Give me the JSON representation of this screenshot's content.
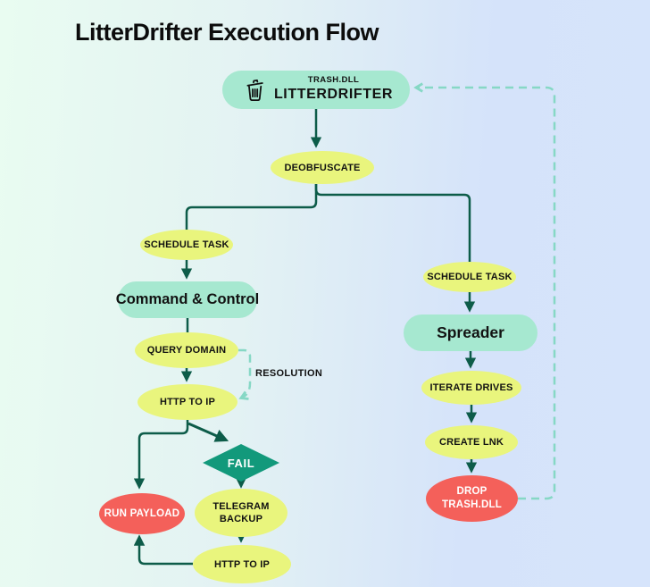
{
  "title": "LitterDrifter Execution Flow",
  "colors": {
    "teal_node": "#a6e8d0",
    "yellow_node": "#e9f57d",
    "red_node": "#f4605a",
    "diamond_green": "#12997b",
    "solid_line": "#0d5c49",
    "dashed_line": "#86d8c5",
    "background_left": "#e9fcf1",
    "background_right": "#d6e4fb"
  },
  "nodes": {
    "litterdrifter": {
      "sub": "TRASH.DLL",
      "label": "LITTERDRIFTER"
    },
    "deobfuscate": {
      "label": "DEOBFUSCATE"
    },
    "schedule_task_left": {
      "label": "SCHEDULE TASK"
    },
    "command_control": {
      "label": "Command & Control"
    },
    "query_domain": {
      "label": "QUERY DOMAIN"
    },
    "http_to_ip_1": {
      "label": "HTTP TO IP"
    },
    "resolution": {
      "label": "RESOLUTION"
    },
    "fail": {
      "label": "FAIL"
    },
    "run_payload": {
      "label": "RUN PAYLOAD"
    },
    "telegram_backup": {
      "line1": "TELEGRAM",
      "line2": "BACKUP"
    },
    "http_to_ip_2": {
      "label": "HTTP TO IP"
    },
    "schedule_task_right": {
      "label": "SCHEDULE TASK"
    },
    "spreader": {
      "label": "Spreader"
    },
    "iterate_drives": {
      "label": "ITERATE DRIVES"
    },
    "create_lnk": {
      "label": "CREATE LNK"
    },
    "drop_trash_dll": {
      "line1": "DROP",
      "line2": "TRASH.DLL"
    }
  }
}
